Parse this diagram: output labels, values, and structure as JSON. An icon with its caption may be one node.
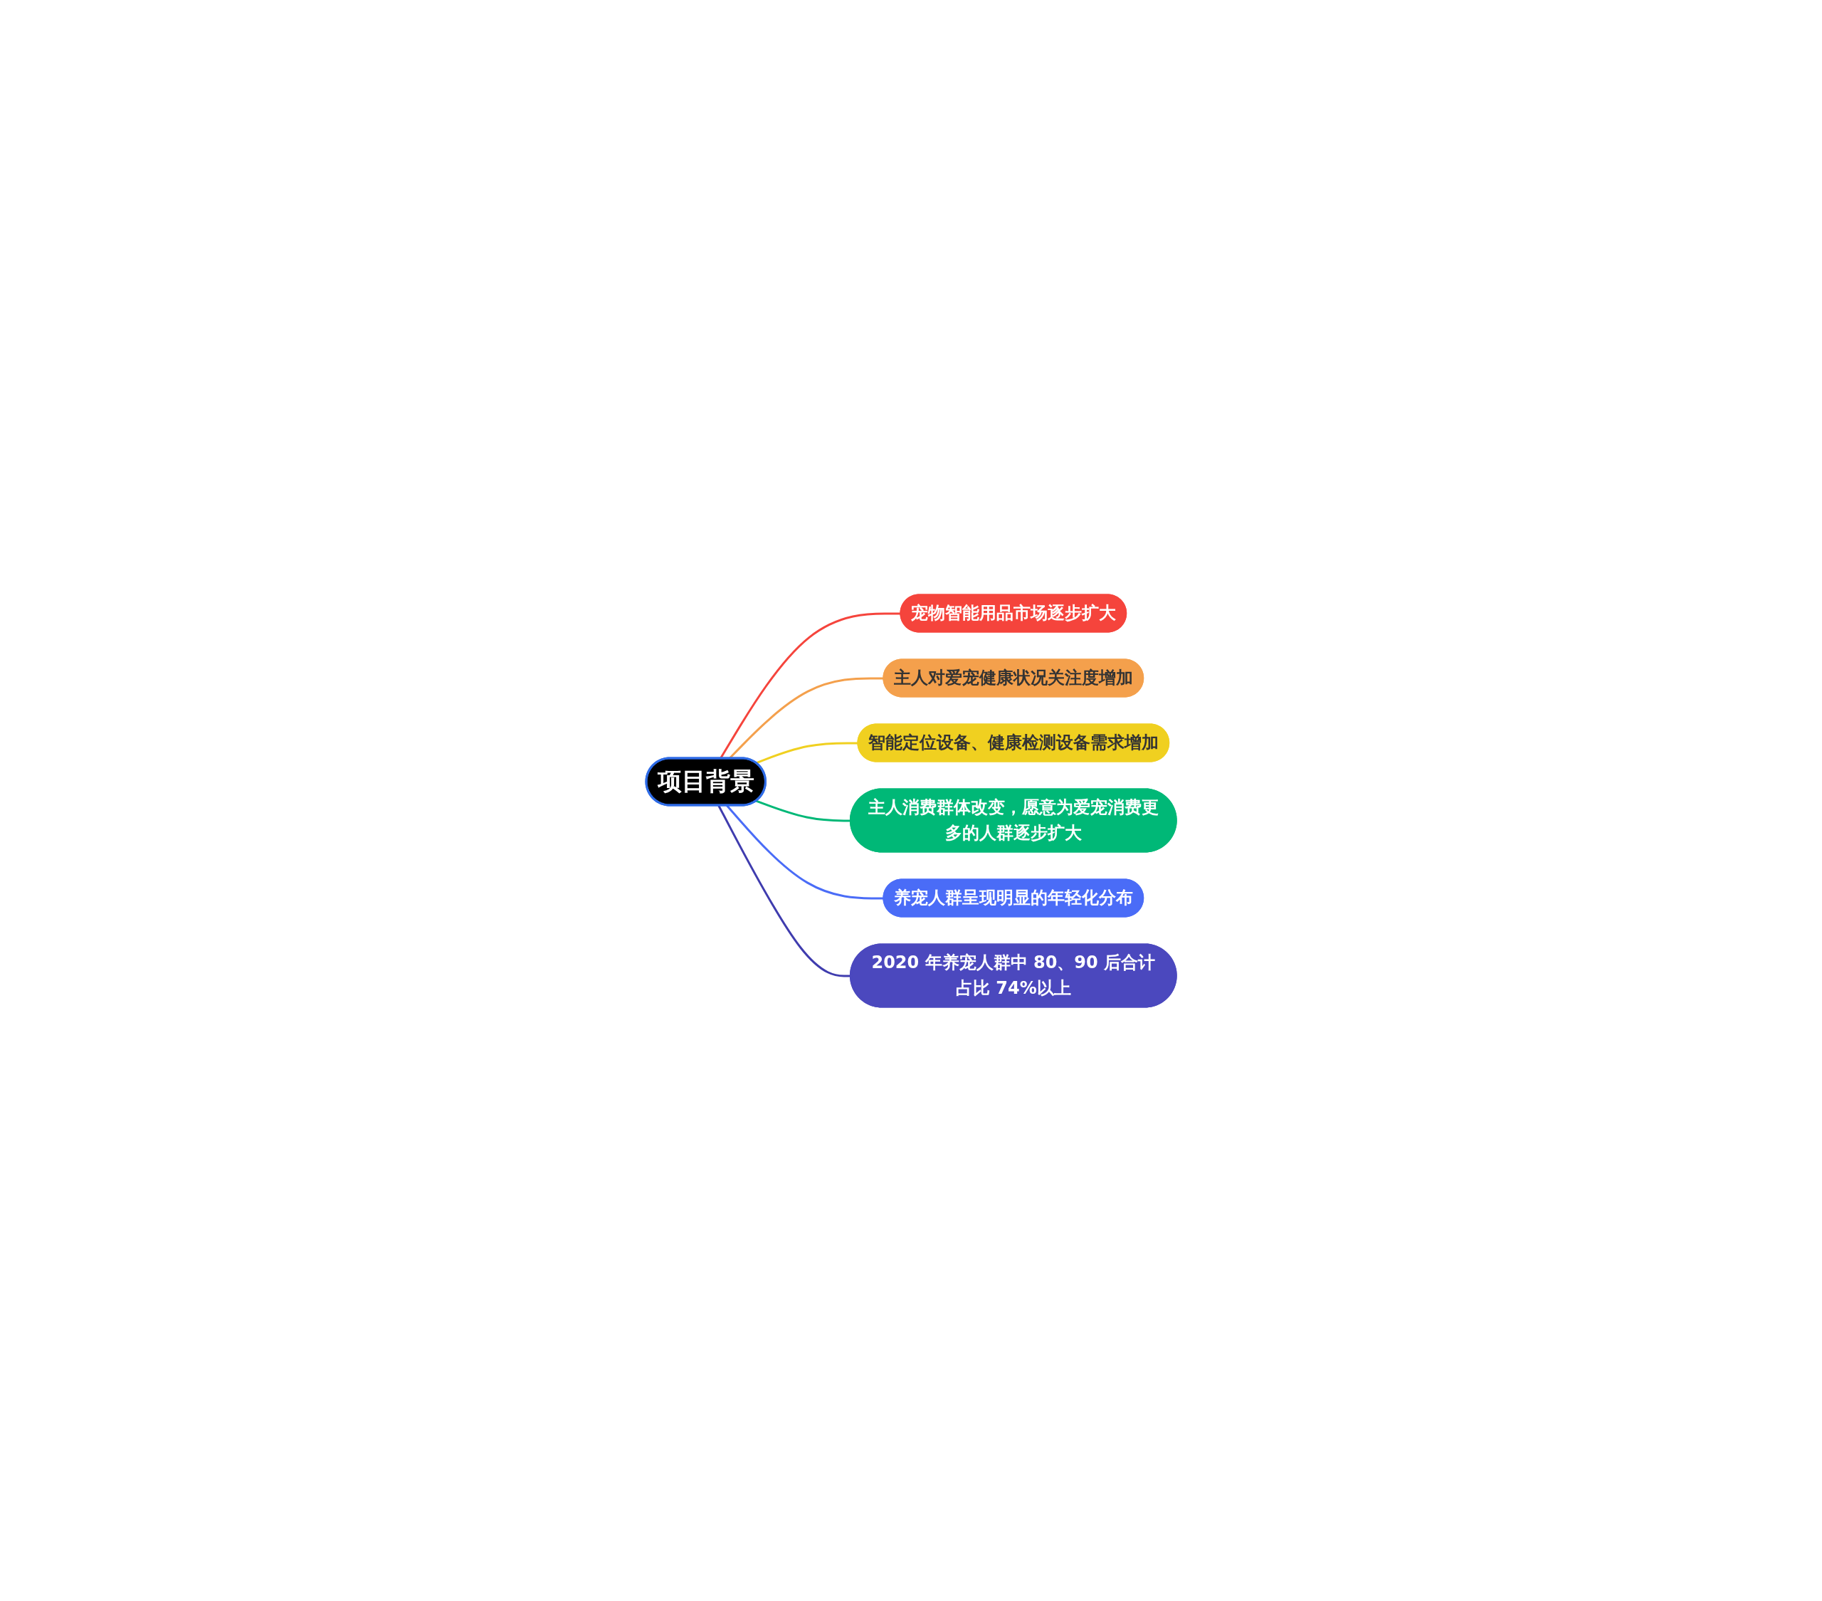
{
  "diagram": {
    "nodes": [
      {
        "text": [
          "项目背景"
        ]
      },
      {
        "text": [
          "宠物智能用品市场逐步扩大"
        ]
      },
      {
        "text": [
          "主人对爱宠健康状况关注度增加"
        ]
      },
      {
        "text": [
          "智能定位设备、健康检测设备需求增加"
        ]
      },
      {
        "text": [
          "主人消费群体改变，愿意为爱宠消费更多的人群逐步扩大"
        ]
      },
      {
        "text": [
          "养宠人群呈现明显的年轻化分布"
        ]
      },
      {
        "text": [
          "2020 年养宠人群中 80、90 后合计占比 74%以上"
        ]
      }
    ],
    "edges": [
      {
        "from": 0,
        "to": 1,
        "arrow": "none",
        "color": "#f5443c"
      },
      {
        "from": 0,
        "to": 2,
        "arrow": "none",
        "color": "#f4a04c"
      },
      {
        "from": 0,
        "to": 3,
        "arrow": "none",
        "color": "#f0d020"
      },
      {
        "from": 0,
        "to": 4,
        "arrow": "none",
        "color": "#00b877"
      },
      {
        "from": 0,
        "to": 5,
        "arrow": "none",
        "color": "#4a6cf7"
      },
      {
        "from": 0,
        "to": 6,
        "arrow": "none",
        "color": "#3f3cae"
      }
    ]
  }
}
